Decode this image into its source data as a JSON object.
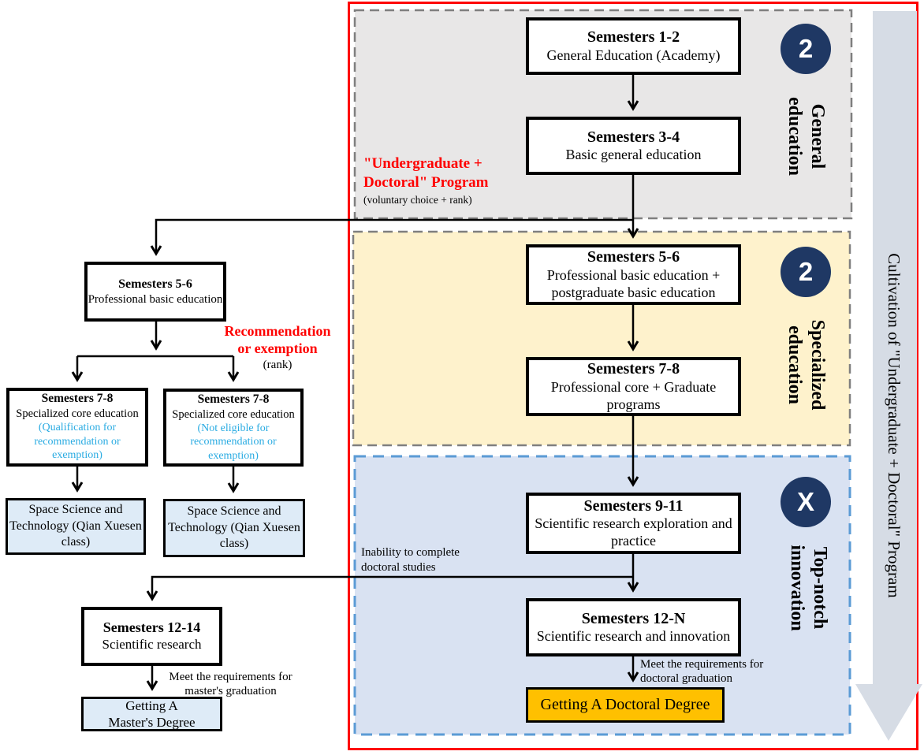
{
  "title": "Cultivation flowchart of Undergraduate + Doctoral Program",
  "banner": {
    "text": "Cultivation of \"Undergraduate + Doctoral\" Program"
  },
  "colors": {
    "frame_red": "#FE0000",
    "badge_navy": "#1F3864",
    "gold": "#FFC000",
    "cyan_note": "#29ABE2",
    "general_bg": "#E8E7E7",
    "specialized_bg": "#FEF2CC",
    "topnotch_bg": "#D9E2F2",
    "light_blue_box": "#DEEBF7",
    "banner_fill": "#D6DCE5"
  },
  "sections": [
    {
      "badge": "2",
      "label": "General\neducation"
    },
    {
      "badge": "2",
      "label": "Specialized\neducation"
    },
    {
      "badge": "X",
      "label": "Top-notch\ninnovation"
    }
  ],
  "main_flow": [
    {
      "title": "Semesters 1-2",
      "body": "General Education (Academy)"
    },
    {
      "title": "Semesters 3-4",
      "body": "Basic general education"
    },
    {
      "title": "Semesters 5-6",
      "body": "Professional basic education + postgraduate basic education"
    },
    {
      "title": "Semesters 7-8",
      "body": "Professional core + Graduate programs"
    },
    {
      "title": "Semesters 9-11",
      "body": "Scientific research exploration and practice"
    },
    {
      "title": "Semesters 12-N",
      "body": "Scientific research and innovation"
    }
  ],
  "doctoral_box": {
    "label": "Getting A Doctoral Degree"
  },
  "left_flow": {
    "s56": {
      "title": "Semesters 5-6",
      "body": "Professional basic education"
    },
    "s78_qual": {
      "title": "Semesters 7-8",
      "body": "Specialized core education",
      "note": "(Qualification for recommendation or exemption)"
    },
    "s78_not": {
      "title": "Semesters 7-8",
      "body": "Specialized core education",
      "note": "(Not eligible for recommendation or exemption)"
    },
    "space_a": {
      "label": "Space Science and Technology (Qian Xuesen class)"
    },
    "space_b": {
      "label": "Space Science and Technology (Qian Xuesen class)"
    },
    "s1214": {
      "title": "Semesters 12-14",
      "body": "Scientific research"
    },
    "masters": {
      "label": "Getting A\nMaster's Degree"
    }
  },
  "annotations": {
    "program": {
      "line1": "\"Undergraduate +",
      "line2": "Doctoral\" Program",
      "line3": "(voluntary choice + rank)"
    },
    "recommendation": {
      "line1": "Recommendation",
      "line2": "or exemption",
      "line3": "(rank)"
    },
    "inability": "Inability to complete\ndoctoral studies",
    "meet_doctoral": "Meet the requirements for\ndoctoral graduation",
    "meet_masters": "Meet the requirements for\nmaster's graduation"
  }
}
